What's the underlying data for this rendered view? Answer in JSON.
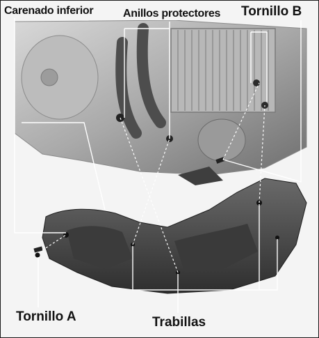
{
  "labels": {
    "carenado_inferior": "Carenado inferior",
    "anillos_protectores": "Anillos protectores",
    "tornillo_b": "Tornillo B",
    "tornillo_a": "Tornillo A",
    "trabillas": "Trabillas"
  },
  "colors": {
    "background": "#f4f4f4",
    "engine_light": "#c9c9c9",
    "engine_dark": "#5a5a5a",
    "fairing": "#4a4a4a",
    "leader_line": "#ffffff"
  }
}
